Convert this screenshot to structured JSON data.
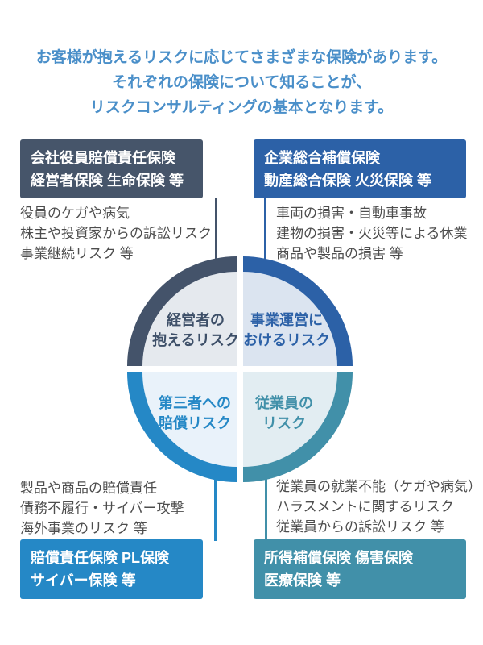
{
  "page": {
    "title": {
      "color": "#4a8fc9",
      "lines": [
        "お客様が抱えるリスクに応じてさまざまな保険があります。",
        "それぞれの保険について知ることが、",
        "リスクコンサルティングの基本となります。"
      ]
    },
    "risk_text_color": "#4d4d4d",
    "background": "#ffffff"
  },
  "quadrants": [
    {
      "name": "management-risk",
      "corner": "top-left",
      "insurance_box": {
        "bg": "#46556a",
        "lines": [
          "会社役員賠償責任保険",
          "経営者保険 生命保険 等"
        ]
      },
      "risk_list": [
        "役員のケガや病気",
        "株主や投資家からの訴訟リスク",
        "事業継続リスク 等"
      ],
      "circle_label": {
        "lines": [
          "経営者の",
          "抱えるリスク"
        ],
        "color": "#3d4f68"
      },
      "ring_color": "#44536a",
      "inner_color": "#e5e9ee"
    },
    {
      "name": "business-operation-risk",
      "corner": "top-right",
      "insurance_box": {
        "bg": "#2c61a7",
        "lines": [
          "企業総合補償保険",
          "動産総合保険 火災保険 等"
        ]
      },
      "risk_list": [
        "車両の損害・自動車事故",
        "建物の損害・火災等による休業",
        "商品や製品の損害 等"
      ],
      "circle_label": {
        "lines": [
          "事業運営に",
          "おけるリスク"
        ],
        "color": "#2c61a7"
      },
      "ring_color": "#2c61a7",
      "inner_color": "#dbe4f0"
    },
    {
      "name": "third-party-liability-risk",
      "corner": "bottom-left",
      "insurance_box": {
        "bg": "#2588c6",
        "lines": [
          "賠償責任保険 PL保険",
          "サイバー保険 等"
        ]
      },
      "risk_list": [
        "製品や商品の賠償責任",
        "債務不履行・サイバー攻撃",
        "海外事業のリスク 等"
      ],
      "circle_label": {
        "lines": [
          "第三者への",
          "賠償リスク"
        ],
        "color": "#2588c6"
      },
      "ring_color": "#2588c6",
      "inner_color": "#e9f2fa"
    },
    {
      "name": "employee-risk",
      "corner": "bottom-right",
      "insurance_box": {
        "bg": "#4190a9",
        "lines": [
          "所得補償保険 傷害保険",
          "医療保険 等"
        ]
      },
      "risk_list": [
        "従業員の就業不能（ケガや病気）",
        "ハラスメントに関するリスク",
        "従業員からの訴訟リスク 等"
      ],
      "circle_label": {
        "lines": [
          "従業員の",
          "リスク"
        ],
        "color": "#4190a9"
      },
      "ring_color": "#4190a9",
      "inner_color": "#e2edf2"
    }
  ]
}
